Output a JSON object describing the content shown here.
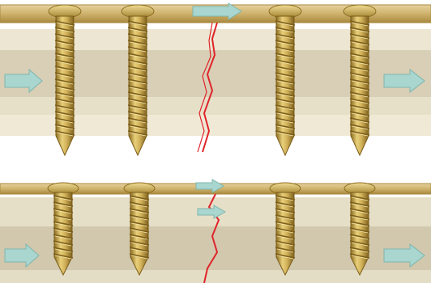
{
  "figure": {
    "panels": [
      {
        "id": "upper",
        "screws": 4,
        "arrows": [
          "left-compression-arrow",
          "right-compression-arrow",
          "plate-arrow"
        ],
        "fracture_line": true
      },
      {
        "id": "lower",
        "screws": 4,
        "arrows": [
          "left-compression-arrow",
          "right-compression-arrow",
          "plate-arrow-top",
          "plate-arrow-bottom"
        ],
        "fracture_line": true
      }
    ],
    "colors": {
      "plate": "#d9c089",
      "plate_edge": "#b89a52",
      "bone_light": "#efe9d6",
      "bone_mid": "#dcd3bc",
      "bone_shadow": "#c9c1a8",
      "screw": "#d6b75c",
      "screw_dark": "#9c7b2a",
      "fracture": "#e0242a",
      "arrow_fill": "#a9d6cf",
      "arrow_stroke": "#7fb6ad"
    }
  }
}
